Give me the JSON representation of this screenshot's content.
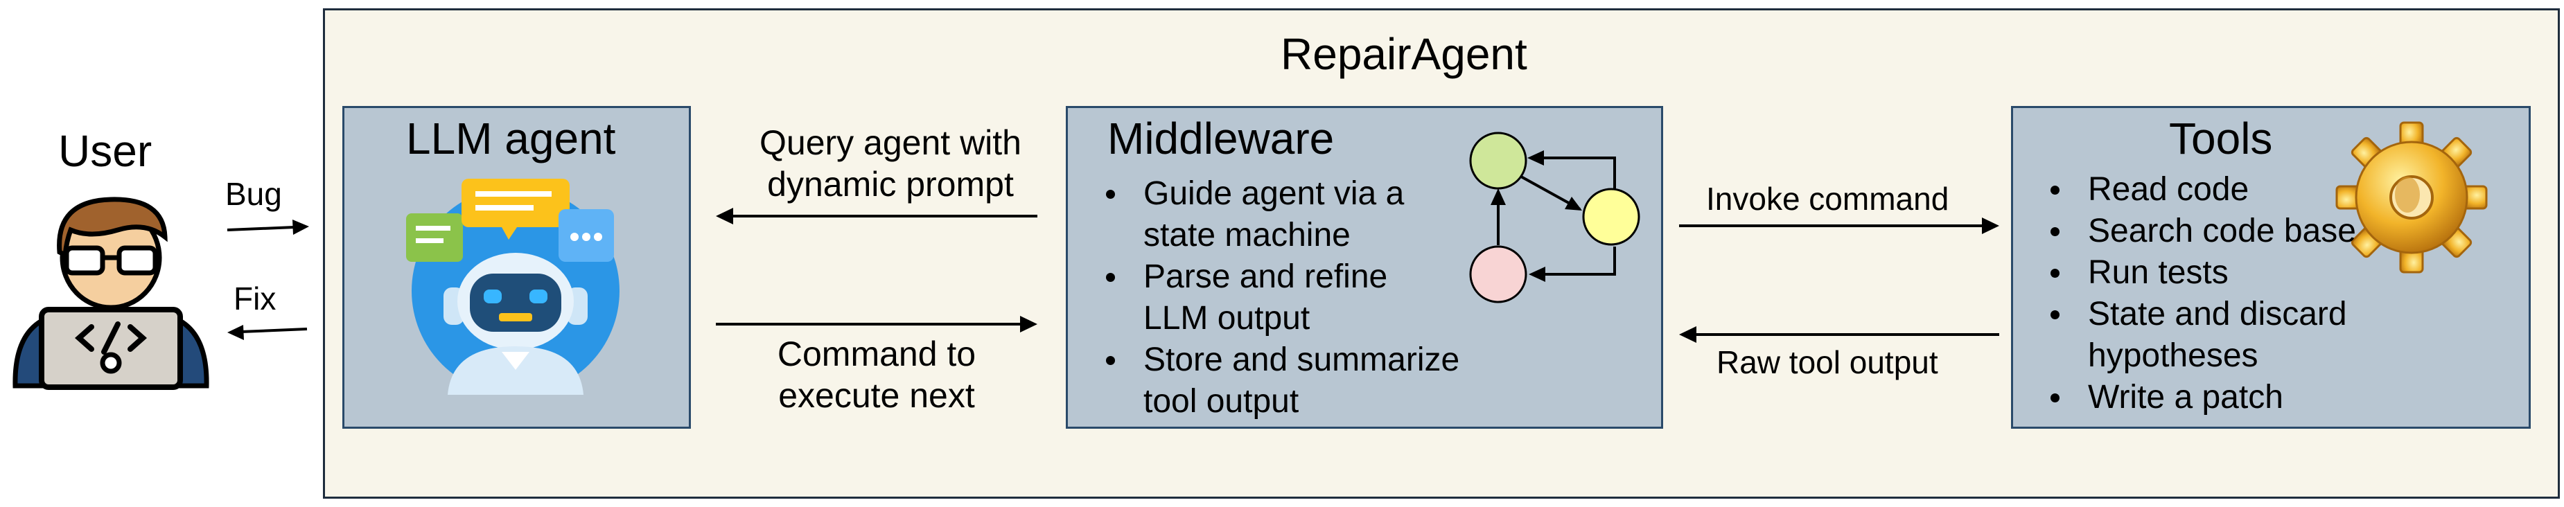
{
  "user": {
    "label": "User"
  },
  "bug_label": "Bug",
  "fix_label": "Fix",
  "repair_agent": {
    "title": "RepairAgent"
  },
  "llm_agent": {
    "title": "LLM agent"
  },
  "query_label": {
    "line1": "Query agent with",
    "line2": "dynamic prompt"
  },
  "command_label": {
    "line1": "Command to",
    "line2": "execute next"
  },
  "middleware": {
    "title": "Middleware",
    "items": [
      {
        "line1": "Guide agent via a",
        "line2": "state machine"
      },
      {
        "line1": "Parse and refine",
        "line2": "LLM output"
      },
      {
        "line1": "Store and summarize",
        "line2": "tool output"
      }
    ],
    "state_colors": [
      "#cfe79a",
      "#ffff99",
      "#f8d4d4"
    ]
  },
  "invoke_label": "Invoke command",
  "raw_output_label": "Raw tool output",
  "tools": {
    "title": "Tools",
    "items": [
      {
        "line1": "Read code",
        "line2": ""
      },
      {
        "line1": "Search code base",
        "line2": ""
      },
      {
        "line1": "Run tests",
        "line2": ""
      },
      {
        "line1": "State and discard",
        "line2": "hypotheses"
      },
      {
        "line1": "Write a patch",
        "line2": ""
      }
    ]
  }
}
